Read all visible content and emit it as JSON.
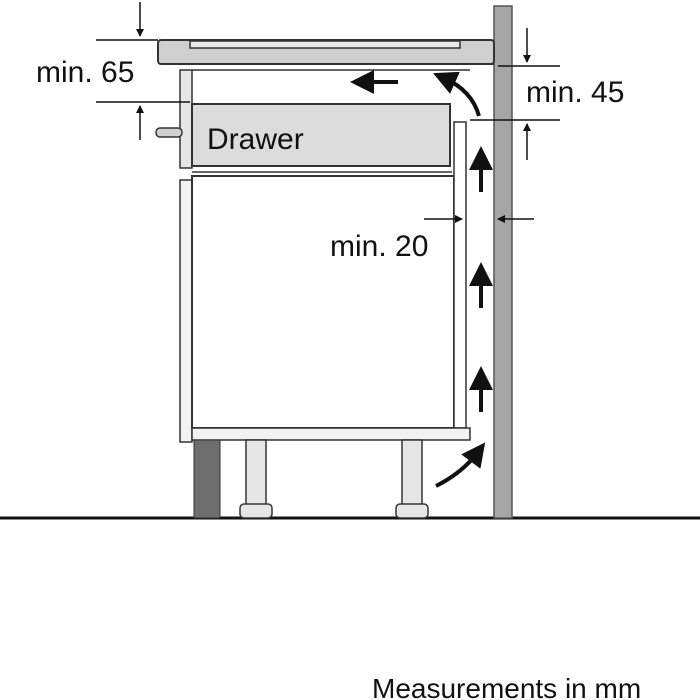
{
  "diagram": {
    "drawer_label": "Drawer",
    "dim_top_left": "min. 65",
    "dim_top_right": "min. 45",
    "dim_gap": "min. 20",
    "footnote": "Measurements in mm"
  },
  "colors": {
    "wall": "#a6a6a6",
    "hob": "#cfcfcf",
    "drawer": "#dcdcdc",
    "dark_panel": "#6e6e6e",
    "line": "#1a1a1a"
  },
  "icons": [
    "arrow-up-icon",
    "arrow-left-icon",
    "curved-arrow-icon"
  ]
}
